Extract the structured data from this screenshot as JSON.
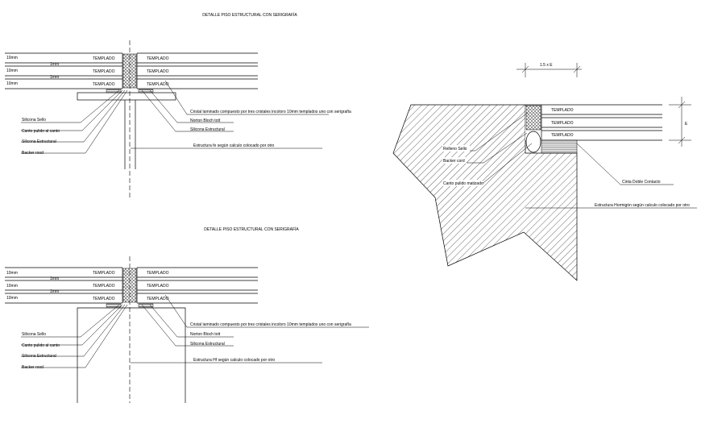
{
  "detail_1": {
    "title": "DETALLE PISO ESTRUCTURAL CON SERIGRAFÍA",
    "thickness_labels": [
      "10mm",
      "10mm",
      "10mm"
    ],
    "gap_labels": [
      "1mm",
      "1mm"
    ],
    "left_panel_labels": [
      "TEMPLADO",
      "TEMPLADO",
      "TEMPLADO"
    ],
    "right_panel_labels": [
      "TEMPLADO",
      "TEMPLADO",
      "TEMPLADO"
    ],
    "left_callouts": [
      "Silicona Sello",
      "Canto pulido al canto",
      "Silicona Estructural",
      "Backer rood"
    ],
    "right_callouts": [
      "Cristal laminado compuesto por tres cristales incoloro 10mm templados uno con serigrafía",
      "Norton Bloch tott",
      "Silicona Estructural",
      "Estructura fe según calculo colocado por otro"
    ]
  },
  "detail_2": {
    "title": "DETALLE PISO ESTRUCTURAL CON SERIGRAFÍA",
    "thickness_labels": [
      "10mm",
      "10mm",
      "10mm"
    ],
    "gap_labels": [
      "1mm",
      "1mm"
    ],
    "left_panel_labels": [
      "TEMPLADO",
      "TEMPLADO",
      "TEMPLADO"
    ],
    "right_panel_labels": [
      "TEMPLADO",
      "TEMPLADO",
      "TEMPLADO"
    ],
    "left_callouts": [
      "Silicona Sello",
      "Canto pulido al canto",
      "Silicona Estructural",
      "Backer rood"
    ],
    "right_callouts": [
      "Cristal laminado compuesto por tres cristales incoloro 10mm templados uno con serigrafía",
      "Norton Bloch tott",
      "Silicona Estructural",
      "Estructura Hf según calculo colocado por otro"
    ]
  },
  "detail_3": {
    "dimension_top": "1.5 x E",
    "dimension_side": "E",
    "panel_labels": [
      "TEMPLADO",
      "TEMPLADO",
      "TEMPLADO"
    ],
    "left_callouts": [
      "Relleno Sello",
      "Backer cord",
      "Canto pulido matizado"
    ],
    "right_callouts": [
      "Cinta Doble Contacto",
      "Estructura Hormigón según calculo colocado por otro"
    ]
  }
}
